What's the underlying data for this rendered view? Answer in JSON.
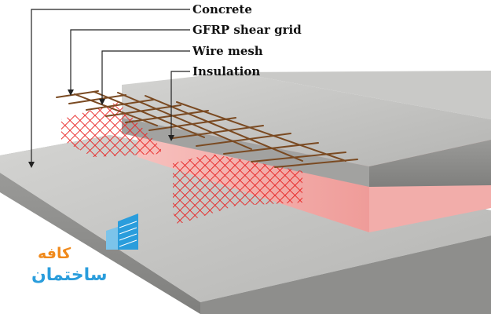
{
  "labels": {
    "concrete": "Concrete",
    "gfrp": "GFRP shear grid",
    "wire_mesh": "Wire mesh",
    "insulation": "Insulation"
  },
  "logo": {
    "line1": "کافه",
    "line2": "ساختمان",
    "icon": "building-icon",
    "color_orange": "#f08a1c",
    "color_blue": "#2a9ddc"
  },
  "colors": {
    "concrete": "#b7b7b5",
    "insulation": "#f4a7a4",
    "gfrp_grid": "#e8201f",
    "wire_mesh": "#7a4a22"
  }
}
